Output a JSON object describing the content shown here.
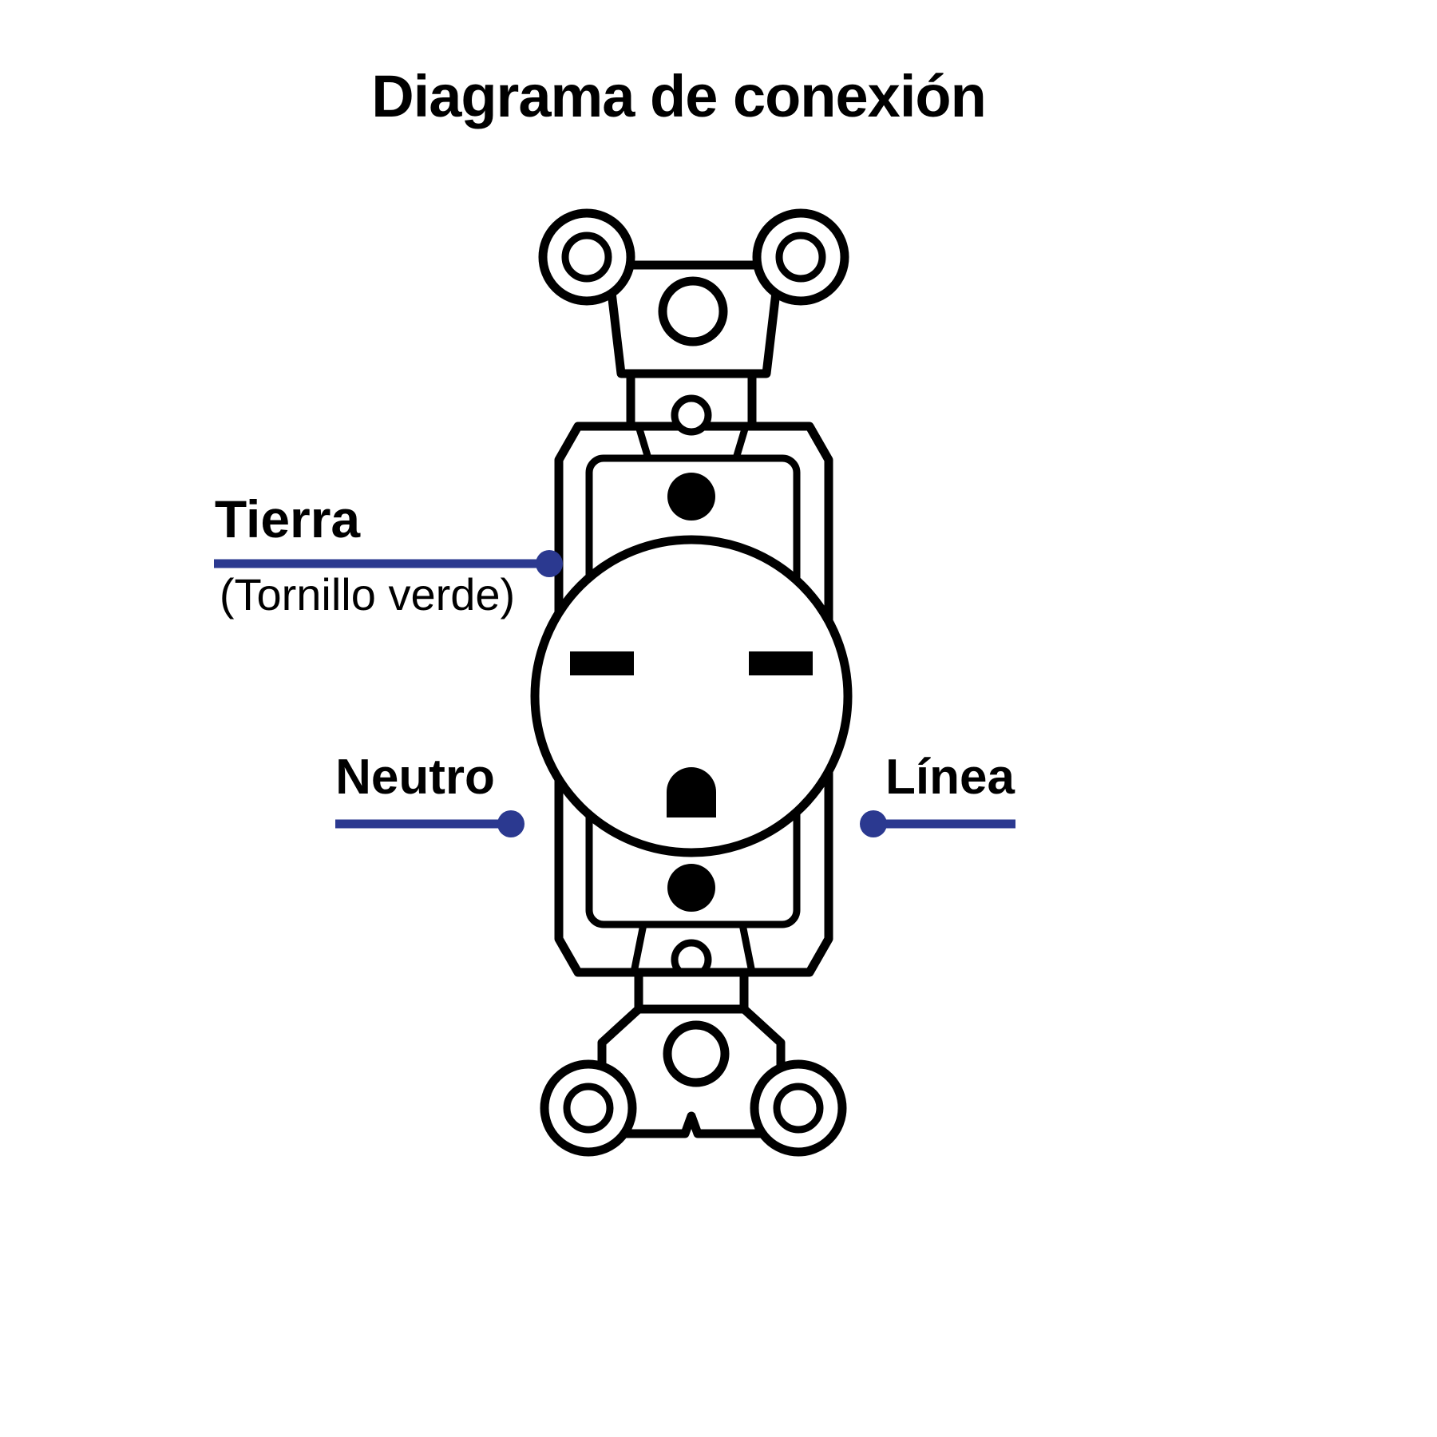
{
  "title": "Diagrama de conexión",
  "labels": {
    "tierra": {
      "text": "Tierra",
      "sub": "(Tornillo verde)",
      "side": "left"
    },
    "neutro": {
      "text": "Neutro",
      "side": "left"
    },
    "linea": {
      "text": "Línea",
      "side": "right"
    }
  },
  "diagram": {
    "subject": "receptacle-connection-diagram",
    "callouts": [
      {
        "label": "Tierra (Tornillo verde)",
        "side": "left"
      },
      {
        "label": "Neutro",
        "side": "left"
      },
      {
        "label": "Línea",
        "side": "right"
      }
    ]
  },
  "colors": {
    "leader": "#2b3990",
    "outline": "#000000",
    "bg": "#ffffff"
  }
}
